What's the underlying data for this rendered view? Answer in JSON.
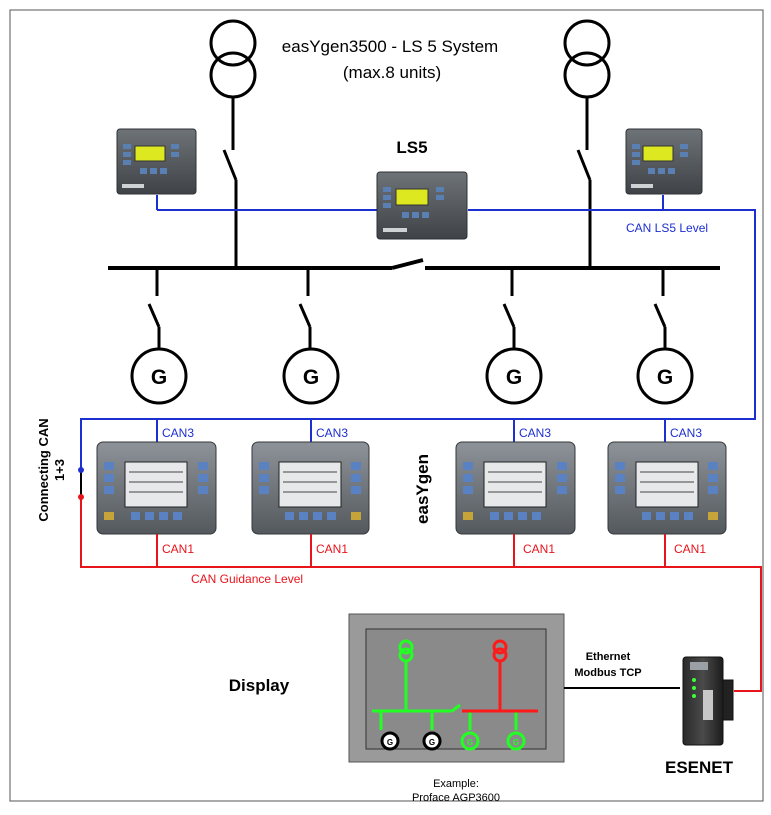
{
  "title_line1": "easYgen3500 - LS 5 System",
  "title_line2": "(max.8 units)",
  "ls5_label": "LS5",
  "can_ls5_level": "CAN LS5 Level",
  "generator_symbol": "G",
  "can3_label": "CAN3",
  "can1_label": "CAN1",
  "easygen_label": "easYgen",
  "connecting_can_line1": "Connecting CAN",
  "connecting_can_line2": "1+3",
  "can_guidance_level": "CAN Guidance Level",
  "display_label": "Display",
  "ethernet_line1": "Ethernet",
  "ethernet_line2": "Modbus TCP",
  "esenet_label": "ESENET",
  "example_line1": "Example:",
  "example_line2": "Proface AGP3600",
  "display_generator_symbol": "G",
  "colors": {
    "can_ls5": "#1c2fd0",
    "can_guidance": "#e8141c",
    "busbar": "#000000",
    "display_green": "#22ff22",
    "display_red": "#ff1a1a",
    "display_bg": "#9a9a9a",
    "display_screen": "#8c8c8c"
  }
}
